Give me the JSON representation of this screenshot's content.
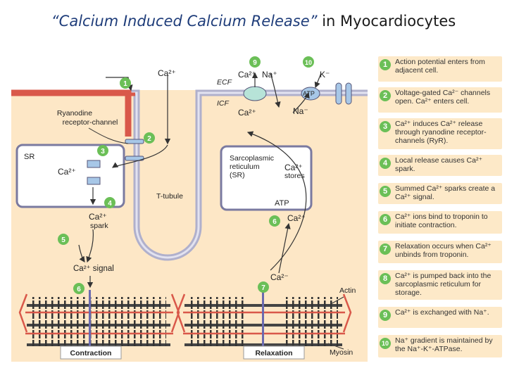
{
  "title": {
    "quote_open": "“",
    "emphasis": "Calcium Induced Calcium Release”",
    "rest": " in Myocardiocytes"
  },
  "diagram": {
    "labels": {
      "ca_top": "Ca²⁺",
      "ecf": "ECF",
      "icf": "ICF",
      "ryanodine": "Ryanodine",
      "receptor_channel": "receptor-channel",
      "sr": "SR",
      "sr_ca": "Ca²⁺",
      "exch_ca": "Ca²⁺",
      "exch_na": "Na⁺",
      "k_ion": "K⁻",
      "atp_pump": "ATP",
      "icf_ca": "Ca²⁺",
      "icf_na": "Na⁻",
      "sr_box_line1": "Sarcoplasmic",
      "sr_box_line2": "reticulum",
      "sr_box_line3": "(SR)",
      "ca_stores_1": "Ca²⁺",
      "ca_stores_2": "stores",
      "atp_sr": "ATP",
      "ttubule": "T-tubule",
      "spark_ca": "Ca²⁺",
      "spark_word": "spark",
      "signal": "Ca²⁺ signal",
      "ca_mid": "Ca²⁺",
      "ca_low": "Ca²⁻",
      "actin": "Actin",
      "myosin": "Myosin",
      "contraction": "Contraction",
      "relaxation": "Relaxation"
    },
    "markers": [
      "1",
      "2",
      "3",
      "4",
      "5",
      "6",
      "6",
      "7",
      "9",
      "10"
    ]
  },
  "legend": [
    {
      "num": "1",
      "text": "Action potential enters from adjacent cell."
    },
    {
      "num": "2",
      "text": "Voltage-gated Ca²⁻ channels open. Ca²⁺ enters cell."
    },
    {
      "num": "3",
      "text": "Ca²⁺ induces Ca²⁺ release through ryanodine receptor-channels (RyR)."
    },
    {
      "num": "4",
      "text": "Local release causes Ca²⁺ spark."
    },
    {
      "num": "5",
      "text": "Summed Ca²⁺ sparks create a Ca²⁺ signal."
    },
    {
      "num": "6",
      "text": "Ca²⁺ ions bind to troponin to initiate contraction."
    },
    {
      "num": "7",
      "text": "Relaxation occurs when Ca²⁺ unbinds from troponin."
    },
    {
      "num": "8",
      "text": "Ca²⁺ is pumped back into the sarcoplasmic reticulum for storage."
    },
    {
      "num": "9",
      "text": "Ca²⁺ is exchanged with Na⁺."
    },
    {
      "num": "10",
      "text": "Na⁺ gradient is maintained by the Na⁺-K⁺-ATPase."
    }
  ]
}
